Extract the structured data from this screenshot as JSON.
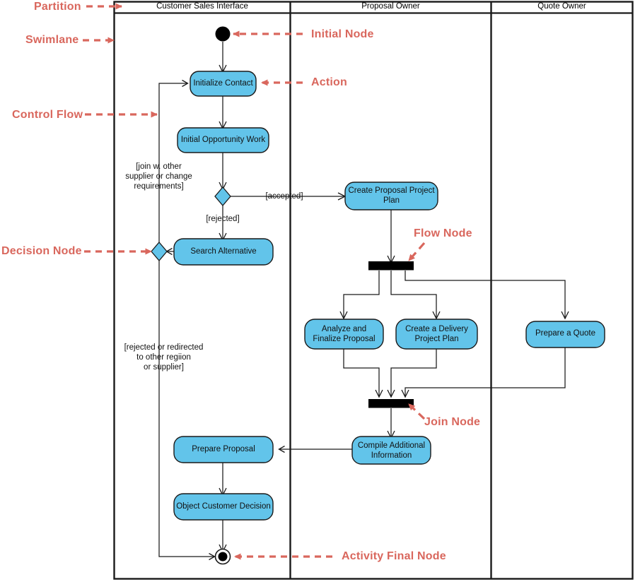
{
  "diagram": {
    "title": "UML Activity Diagram with Swimlanes",
    "colors": {
      "action_fill": "#62c4ea",
      "action_stroke": "#1a1a1a",
      "annotation": "#d9675d",
      "frame": "#1a1a1a",
      "bar_fill": "#000000",
      "background": "#ffffff"
    }
  },
  "partitions": [
    {
      "id": "customer-sales-interface",
      "label": "Customer Sales Interface"
    },
    {
      "id": "proposal-owner",
      "label": "Proposal Owner"
    },
    {
      "id": "quote-owner",
      "label": "Quote Owner"
    }
  ],
  "annotations": [
    {
      "id": "partition",
      "label": "Partition"
    },
    {
      "id": "swimlane",
      "label": "Swimlane"
    },
    {
      "id": "control-flow",
      "label": "Control Flow"
    },
    {
      "id": "decision-node",
      "label": "Decision Node"
    },
    {
      "id": "initial-node",
      "label": "Initial Node"
    },
    {
      "id": "action",
      "label": "Action"
    },
    {
      "id": "flow-node",
      "label": "Flow Node"
    },
    {
      "id": "join-node",
      "label": "Join Node"
    },
    {
      "id": "activity-final-node",
      "label": "Activity Final Node"
    }
  ],
  "nodes": {
    "initial": {
      "type": "initial-node",
      "label": ""
    },
    "final": {
      "type": "activity-final-node",
      "label": ""
    },
    "initialize_contact": {
      "type": "action",
      "label": "Initialize Contact"
    },
    "initial_opportunity_work": {
      "type": "action",
      "label": "Initial Opportunity Work"
    },
    "decision_accept": {
      "type": "decision-node",
      "label": ""
    },
    "search_alternative": {
      "type": "action",
      "label": "Search Alternative"
    },
    "merge_left": {
      "type": "decision-node",
      "label": ""
    },
    "create_proposal_project_plan": {
      "type": "action",
      "label": "Create Proposal Project\nPlan"
    },
    "fork": {
      "type": "fork-node",
      "label": ""
    },
    "analyze_and_finalize_proposal": {
      "type": "action",
      "label": "Analyze and\nFinalize Proposal"
    },
    "create_a_delivery_project_plan": {
      "type": "action",
      "label": "Create a Delivery\nProject Plan"
    },
    "prepare_a_quote": {
      "type": "action",
      "label": "Prepare a Quote"
    },
    "join": {
      "type": "join-node",
      "label": ""
    },
    "compile_additional_information": {
      "type": "action",
      "label": "Compile Additional\nInformation"
    },
    "prepare_proposal": {
      "type": "action",
      "label": "Prepare Proposal"
    },
    "object_customer_decision": {
      "type": "action",
      "label": "Object Customer Decision"
    }
  },
  "guards": [
    {
      "id": "guard-accepted",
      "label": "[accepted]"
    },
    {
      "id": "guard-rejected",
      "label": "[rejected]"
    },
    {
      "id": "guard-join-other-supplier",
      "label": "[join w. other\nsupplier or change\nrequirements]"
    },
    {
      "id": "guard-rejected-redirected",
      "label": "[rejected or redirected\nto other regiion\nor supplier]"
    }
  ]
}
